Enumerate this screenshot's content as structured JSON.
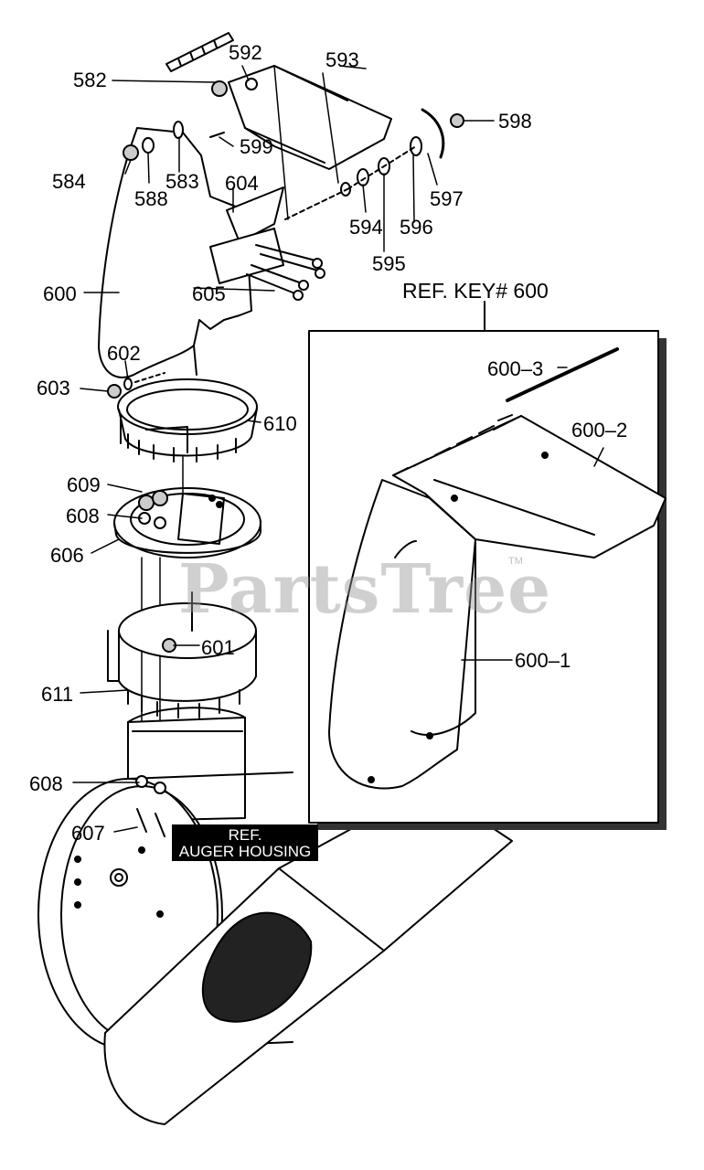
{
  "diagram": {
    "callouts": {
      "c582": "582",
      "c592": "592",
      "c593": "593",
      "c598": "598",
      "c584": "584",
      "c588": "588",
      "c583": "583",
      "c599": "599",
      "c604": "604",
      "c597": "597",
      "c594": "594",
      "c596": "596",
      "c595": "595",
      "c600": "600",
      "c605": "605",
      "c602": "602",
      "c603": "603",
      "c610": "610",
      "c609": "609",
      "c608a": "608",
      "c606": "606",
      "c601": "601",
      "c611": "611",
      "c608b": "608",
      "c607": "607"
    },
    "inset": {
      "title": "REF. KEY# 600",
      "c600_3": "600–3",
      "c600_2": "600–2",
      "c600_1": "600–1"
    },
    "ref_tag": {
      "line1": "REF.",
      "line2": "AUGER HOUSING"
    },
    "watermark": "PartsTree",
    "trademark": "TM"
  }
}
